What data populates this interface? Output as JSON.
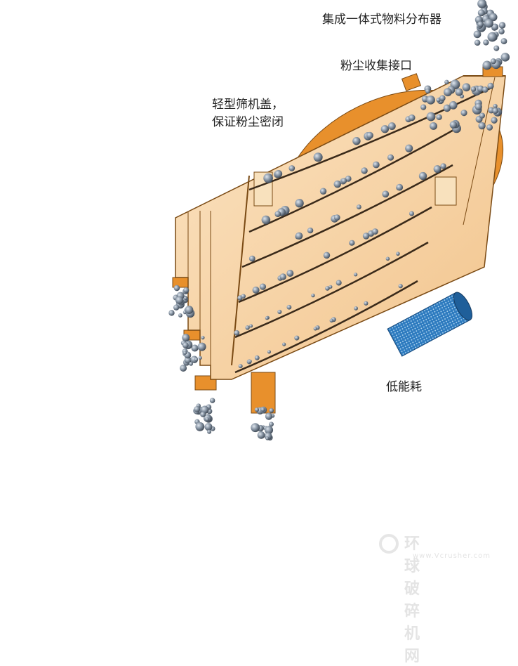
{
  "labels": {
    "distributor": "集成一体式物料分布器",
    "dust_port": "粉尘收集接口",
    "cover_line1": "轻型筛机盖，",
    "cover_line2": "保证粉尘密闭",
    "low_energy": "低能耗"
  },
  "watermark": {
    "name": "环球破碎机网",
    "url": "www.Vcrusher.com"
  },
  "colors": {
    "body": "#f6d4a6",
    "frame": "#e8902c",
    "rock": "#7d8a99",
    "motor": "#2f7fc0"
  }
}
